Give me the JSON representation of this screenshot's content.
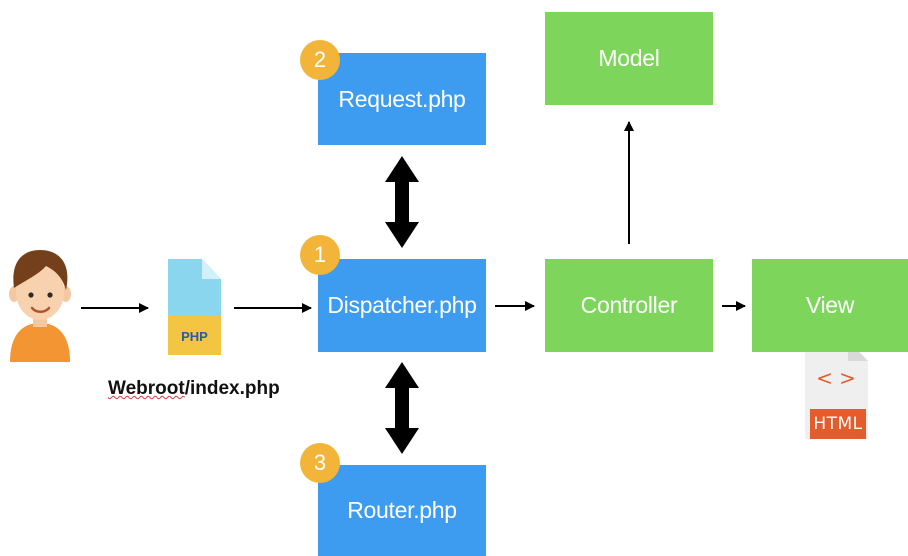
{
  "nodes": {
    "request": {
      "label": "Request.php",
      "step": "2"
    },
    "dispatcher": {
      "label": "Dispatcher.php",
      "step": "1"
    },
    "router": {
      "label": "Router.php",
      "step": "3"
    },
    "model": {
      "label": "Model"
    },
    "controller": {
      "label": "Controller"
    },
    "view": {
      "label": "View"
    }
  },
  "entry": {
    "file_badge": "PHP",
    "caption_underlined": "Webroot",
    "caption_rest": "/index.php"
  },
  "view_file": {
    "code_glyph": "< >",
    "badge": "HTML"
  },
  "colors": {
    "blue": "#3d9cf0",
    "green": "#7dd65b",
    "step_badge": "#f2b53a",
    "html_badge": "#e35d2c"
  }
}
